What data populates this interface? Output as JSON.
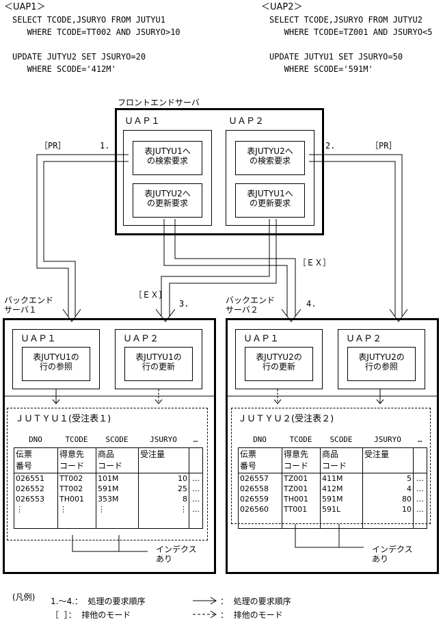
{
  "uap1_spec": {
    "title": "＜UAP1＞",
    "lines": [
      "SELECT TCODE,JSURYO FROM JUTYU1",
      "   WHERE TCODE=TT002 AND JSURYO>10",
      "",
      "UPDATE JUTYU2 SET JSURYO=20",
      "   WHERE SCODE='412M'"
    ]
  },
  "uap2_spec": {
    "title": "＜UAP2＞",
    "lines": [
      "SELECT TCODE,JSURYO FROM JUTYU2",
      "   WHERE TCODE=TZ001 AND JSURYO<5",
      "",
      "UPDATE JUTYU1 SET JSURYO=50",
      "   WHERE SCODE='591M'"
    ]
  },
  "frontend": {
    "label": "フロントエンドサーバ",
    "uap1": {
      "title": "ＵＡＰ１",
      "req1": "表JUTYU1へ\nの検索要求",
      "req2": "表JUTYU2へ\nの更新要求"
    },
    "uap2": {
      "title": "ＵＡＰ２",
      "req1": "表JUTYU2へ\nの検索要求",
      "req2": "表JUTYU1へ\nの更新要求"
    }
  },
  "flow_labels": {
    "pr_left": "［PR］",
    "step1": "1.",
    "step2": "2.",
    "pr_right": "［PR］",
    "ex_right": "［ＥＸ］",
    "ex_left": "［ＥＸ］",
    "step3": "3.",
    "step4": "4."
  },
  "backend1": {
    "label": "バックエンド\nサーバ１",
    "uap1": {
      "title": "ＵＡＰ１",
      "op": "表JUTYU1の\n行の参照"
    },
    "uap2": {
      "title": "ＵＡＰ２",
      "op": "表JUTYU1の\n行の更新"
    },
    "table_title": "ＪＵＴＹＵ１(受注表１)",
    "columns": [
      "DNO",
      "TCODE",
      "SCODE",
      "JSURYO",
      "…"
    ],
    "headers_ja": [
      "伝票\n番号",
      "得意先\nコード",
      "商品\nコード",
      "受注量"
    ],
    "rows": [
      [
        "026551",
        "TT002",
        "101M",
        "10"
      ],
      [
        "026552",
        "TT002",
        "591M",
        "25"
      ],
      [
        "026553",
        "TH001",
        "353M",
        "8"
      ],
      [
        "⋮",
        "⋮",
        "⋮",
        "⋮"
      ]
    ],
    "index_label": "インデクス\nあり"
  },
  "backend2": {
    "label": "バックエンド\nサーバ２",
    "uap1": {
      "title": "ＵＡＰ１",
      "op": "表JUTYU2の\n行の更新"
    },
    "uap2": {
      "title": "ＵＡＰ２",
      "op": "表JUTYU2の\n行の参照"
    },
    "table_title": "ＪＵＴＹＵ２(受注表２)",
    "columns": [
      "DNO",
      "TCODE",
      "SCODE",
      "JSURYO",
      "…"
    ],
    "headers_ja": [
      "伝票\n番号",
      "得意先\nコード",
      "商品\nコード",
      "受注量"
    ],
    "rows": [
      [
        "026557",
        "TZ001",
        "411M",
        "5"
      ],
      [
        "026558",
        "TZ001",
        "412M",
        "4"
      ],
      [
        "026559",
        "TH001",
        "591M",
        "80"
      ],
      [
        "026560",
        "TT001",
        "591L",
        "10"
      ]
    ],
    "index_label": "インデクス\nあり"
  },
  "legend": {
    "title": "(凡例)",
    "item1": "1.～4.：  処理の要求順序",
    "item2": "［  ］：  排他のモード",
    "item3": "：  処理の要求順序",
    "item4": "：  排他のモード"
  }
}
